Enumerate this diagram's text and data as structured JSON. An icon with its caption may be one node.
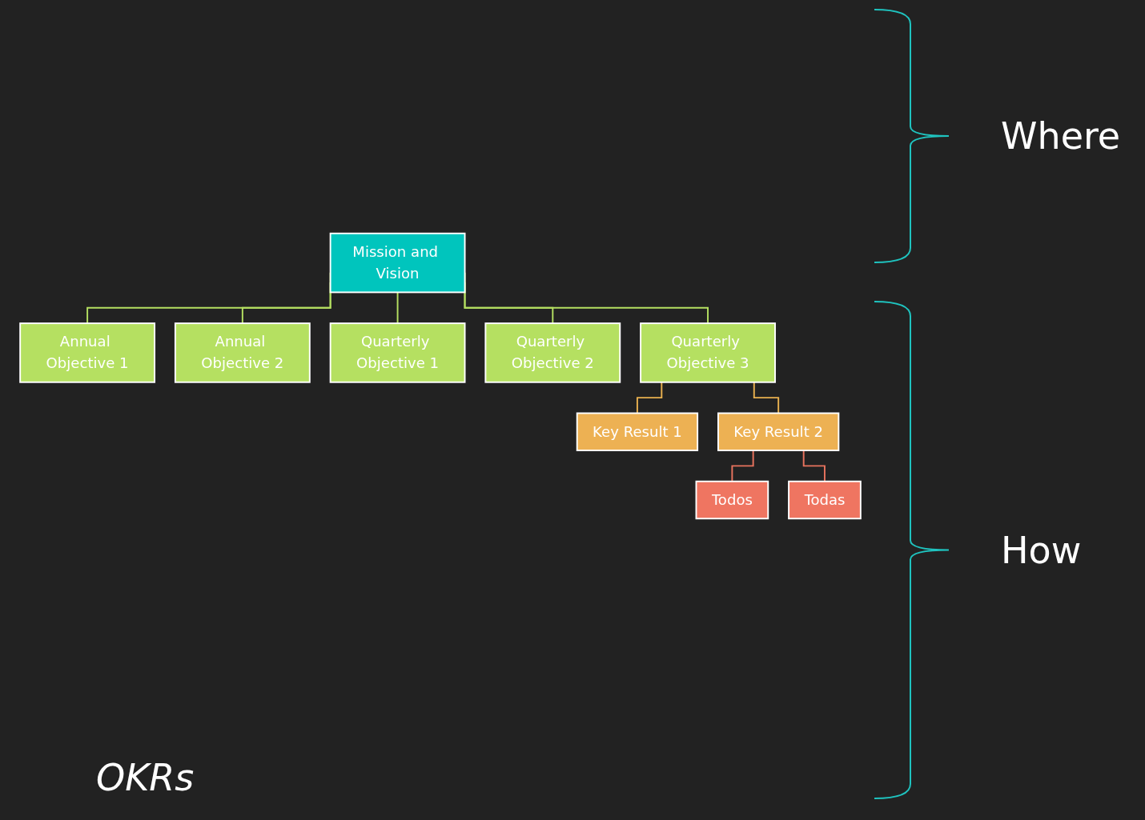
{
  "diagram": {
    "caption": "OKRs",
    "nodes": [
      {
        "text": [
          "Mission and Vision"
        ]
      },
      {
        "text": [
          "Annual Objective 1"
        ]
      },
      {
        "text": [
          "Annual Objective 2"
        ]
      },
      {
        "text": [
          "Quarterly Objective 1"
        ]
      },
      {
        "text": [
          "Quarterly Objective 2"
        ]
      },
      {
        "text": [
          "Quarterly Objective 3"
        ]
      },
      {
        "text": [
          "Key Result 1"
        ]
      },
      {
        "text": [
          "Key Result 2"
        ]
      },
      {
        "text": [
          "Todos"
        ]
      },
      {
        "text": [
          "Todas"
        ]
      }
    ],
    "edges": [
      {
        "from": 0,
        "to": 1,
        "arrow": "none"
      },
      {
        "from": 0,
        "to": 2,
        "arrow": "none"
      },
      {
        "from": 0,
        "to": 3,
        "arrow": "none"
      },
      {
        "from": 0,
        "to": 4,
        "arrow": "none"
      },
      {
        "from": 0,
        "to": 5,
        "arrow": "none"
      },
      {
        "from": 5,
        "to": 6,
        "arrow": "none",
        "color": "#e8b04f"
      },
      {
        "from": 5,
        "to": 7,
        "arrow": "none",
        "color": "#e8b04f"
      },
      {
        "from": 7,
        "to": 8,
        "arrow": "none",
        "color": "#e8735e"
      },
      {
        "from": 7,
        "to": 9,
        "arrow": "none",
        "color": "#e8735e"
      }
    ],
    "labels": [
      "Where",
      "How"
    ]
  }
}
